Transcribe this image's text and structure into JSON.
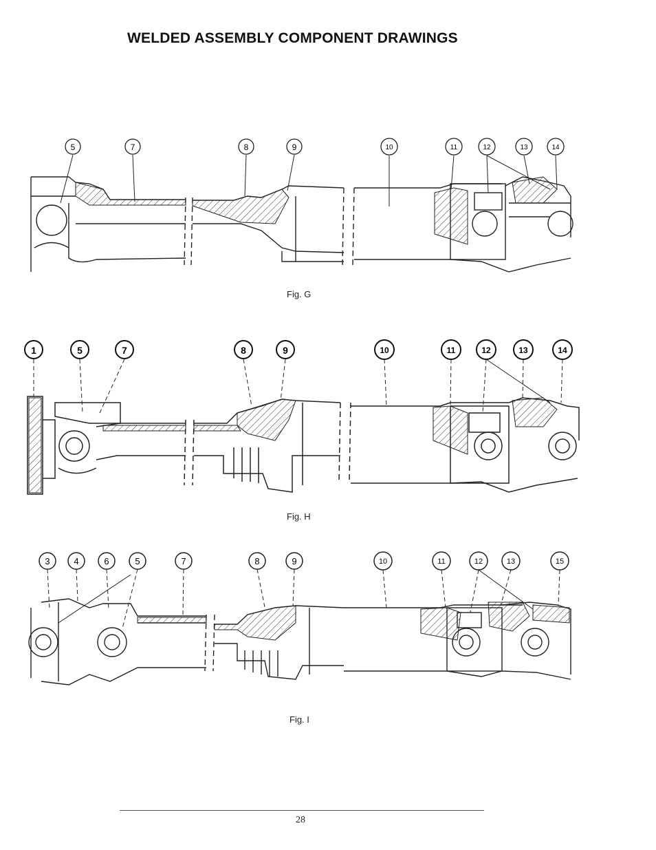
{
  "page": {
    "title": "WELDED ASSEMBLY COMPONENT DRAWINGS",
    "page_number": "28"
  },
  "figures": [
    {
      "caption": "Fig. G",
      "callouts": [
        "5",
        "7",
        "8",
        "9",
        "10",
        "11",
        "12",
        "13",
        "14"
      ]
    },
    {
      "caption": "Fig. H",
      "callouts": [
        "1",
        "5",
        "7",
        "8",
        "9",
        "10",
        "11",
        "12",
        "13",
        "14"
      ]
    },
    {
      "caption": "Fig. I",
      "callouts": [
        "3",
        "4",
        "6",
        "5",
        "7",
        "8",
        "9",
        "10",
        "11",
        "12",
        "13",
        "15"
      ]
    }
  ]
}
